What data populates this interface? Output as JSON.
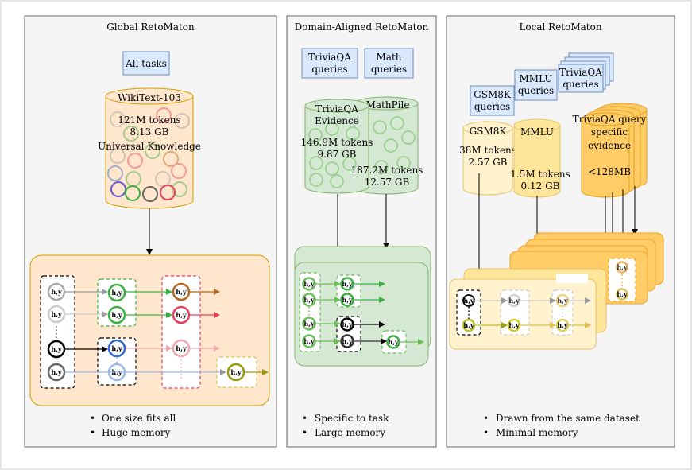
{
  "panels": {
    "global": {
      "title": "Global RetoMaton",
      "query_box": "All tasks",
      "db": {
        "name": "WikiText-103",
        "tokens": "121M tokens",
        "size": "8.13 GB",
        "desc": "Universal Knowledge"
      },
      "bullets": [
        "One size fits all",
        "Huge memory"
      ]
    },
    "domain": {
      "title": "Domain-Aligned RetoMaton",
      "query_boxes": [
        {
          "line1": "TriviaQA",
          "line2": "queries"
        },
        {
          "line1": "Math",
          "line2": "queries"
        }
      ],
      "db1": {
        "name1": "TriviaQA",
        "name2": "Evidence",
        "tokens": "146.9M tokens",
        "size": "9.87 GB"
      },
      "db2": {
        "name": "MathPile",
        "tokens": "187.2M tokens",
        "size": "12.57 GB"
      },
      "bullets": [
        "Specific to task",
        "Large memory"
      ]
    },
    "local": {
      "title": "Local RetoMaton",
      "query_boxes": [
        {
          "line1": "GSM8K",
          "line2": "queries"
        },
        {
          "line1": "MMLU",
          "line2": "queries"
        },
        {
          "line1": "TriviaQA",
          "line2": "queries"
        }
      ],
      "db_gsm": {
        "name": "GSM8K",
        "tokens": "38M tokens",
        "size": "2.57 GB"
      },
      "db_mmlu": {
        "name": "MMLU",
        "tokens": "1.5M tokens",
        "size": "0.12 GB"
      },
      "db_trivia": {
        "line1": "TriviaQA query",
        "line2": "specific",
        "line3": "evidence",
        "size": "<128MB"
      },
      "bullets": [
        "Drawn from the same dataset",
        "Minimal memory"
      ]
    }
  },
  "node_label": "h,y",
  "colors": {
    "panel_bg": "#f5f5f5",
    "query_fill": "#dae8fc",
    "query_stroke": "#6c8ebf",
    "global_db_fill": "#ffe6cc",
    "global_db_stroke": "#d79b00",
    "green_fill": "#d5e8d4",
    "green_stroke": "#82b366",
    "local_light": "#fff2cc",
    "local_orange": "#ffcc66",
    "local_stroke": "#d6b656"
  }
}
